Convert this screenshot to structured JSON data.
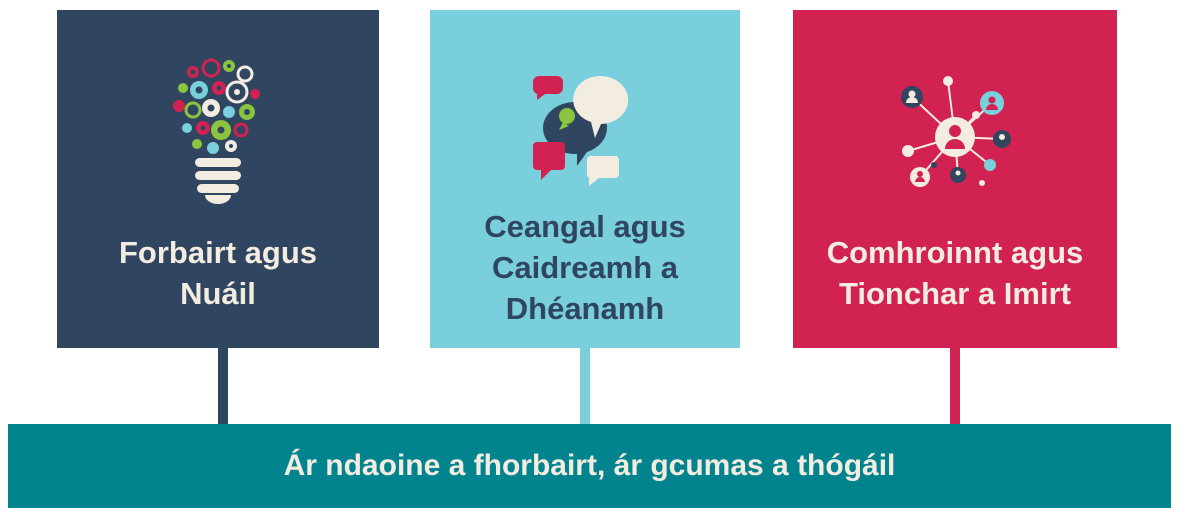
{
  "colors": {
    "navy": "#2f4560",
    "light_blue": "#79cfdb",
    "crimson": "#d12251",
    "teal": "#02848f",
    "cream": "#f3ece0",
    "green": "#8bc43f"
  },
  "cards": [
    {
      "title": "Forbairt agus\nNuáil",
      "icon": "lightbulb-gears-icon"
    },
    {
      "title": "Ceangal agus\nCaidreamh a\nDhéanamh",
      "icon": "speech-bubbles-icon"
    },
    {
      "title": "Comhroinnt agus\nTionchar a Imirt",
      "icon": "network-people-icon"
    }
  ],
  "foundation": {
    "label": "Ár ndaoine a fhorbairt, ár gcumas a thógáil"
  }
}
